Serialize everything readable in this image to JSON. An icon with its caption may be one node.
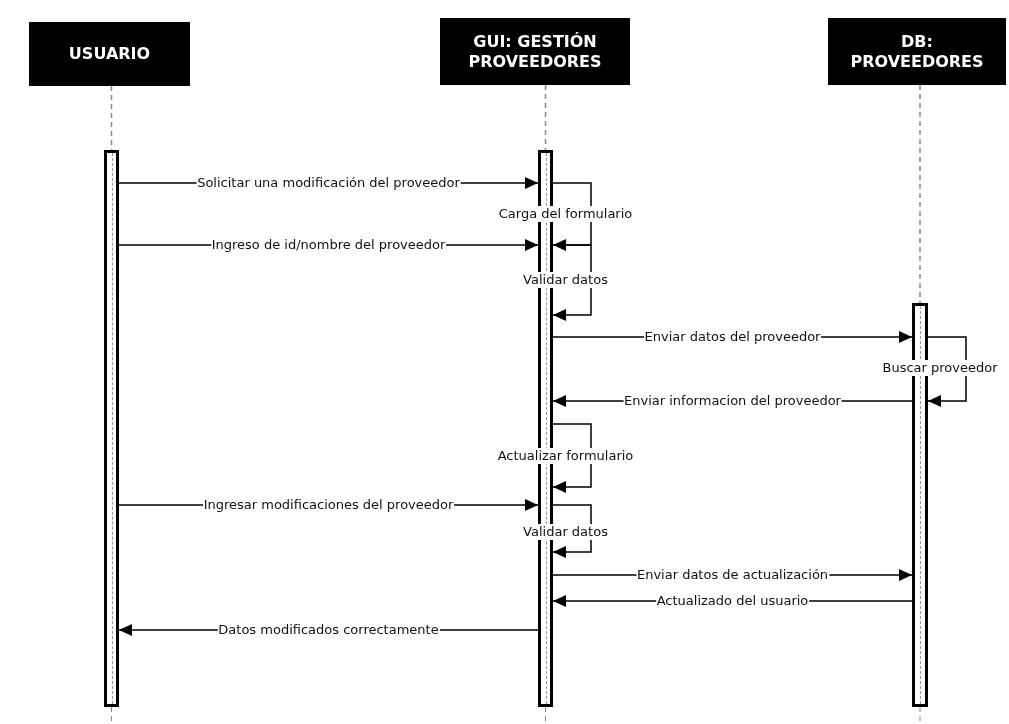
{
  "diagram": {
    "nodes": [
      {
        "text": [
          "USUARIO"
        ]
      },
      {
        "text": [
          "GUI: GESTIÓN PROVEEDORES"
        ]
      },
      {
        "text": [
          "DB: PROVEEDORES"
        ]
      },
      {
        "text": [],
        "shape": "bar"
      },
      {
        "text": [],
        "shape": "bar"
      },
      {
        "text": [],
        "shape": "bar"
      }
    ],
    "edges": [
      {
        "from": 0,
        "to": 3,
        "arrow": "none",
        "style": "dashed",
        "color": "#888888"
      },
      {
        "from": 1,
        "to": 4,
        "arrow": "none",
        "style": "dashed",
        "color": "#888888"
      },
      {
        "from": 2,
        "to": 5,
        "arrow": "none",
        "style": "dashed",
        "color": "#888888"
      },
      {
        "from": 3,
        "to": 4,
        "arrow": "to",
        "label": "Solicitar una modificación del proveedor"
      },
      {
        "from": 4,
        "to": 4,
        "arrow": "to",
        "label": "Carga del formulario"
      },
      {
        "from": 3,
        "to": 4,
        "arrow": "to",
        "label": "Ingreso de id/nombre del proveedor"
      },
      {
        "from": 4,
        "to": 4,
        "arrow": "to",
        "label": "Validar datos"
      },
      {
        "from": 4,
        "to": 5,
        "arrow": "to",
        "label": "Enviar datos del proveedor"
      },
      {
        "from": 5,
        "to": 5,
        "arrow": "to",
        "label": "Buscar proveedor"
      },
      {
        "from": 5,
        "to": 4,
        "arrow": "to",
        "label": "Enviar informacion del proveedor"
      },
      {
        "from": 4,
        "to": 4,
        "arrow": "to",
        "label": "Actualizar formulario"
      },
      {
        "from": 3,
        "to": 4,
        "arrow": "to",
        "label": "Ingresar modificaciones del proveedor"
      },
      {
        "from": 4,
        "to": 4,
        "arrow": "to",
        "label": "Validar datos"
      },
      {
        "from": 4,
        "to": 5,
        "arrow": "to",
        "label": "Enviar datos de actualización"
      },
      {
        "from": 5,
        "to": 4,
        "arrow": "to",
        "label": "Actualizado del usuario"
      },
      {
        "from": 4,
        "to": 3,
        "arrow": "to",
        "label": "Datos modificados correctamente"
      }
    ]
  }
}
